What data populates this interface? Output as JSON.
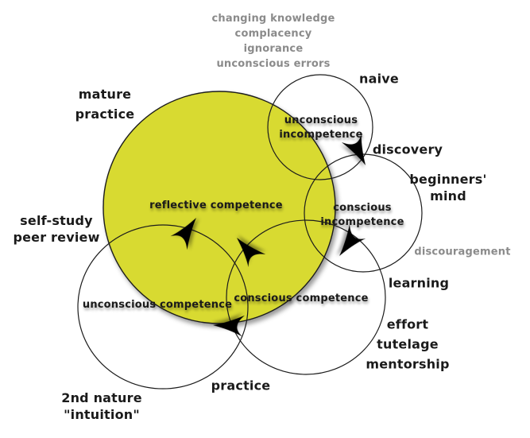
{
  "colors": {
    "highlight_fill": "#d8da31",
    "outline": "#1c1c1c",
    "muted_text": "#8b8b8b",
    "text": "#1a1a1a"
  },
  "cycle_notes": {
    "line1": "changing knowledge",
    "line2": "complacency",
    "line3": "ignorance",
    "line4": "unconscious errors"
  },
  "stages": {
    "unconscious_incompetence_line1": "unconscious",
    "unconscious_incompetence_line2": "incompetence",
    "conscious_incompetence_line1": "conscious",
    "conscious_incompetence_line2": "incompetence",
    "reflective_competence": "reflective competence",
    "unconscious_competence": "unconscious competence",
    "conscious_competence": "conscious competence"
  },
  "annotations": {
    "naive": "naive",
    "mature_line1": "mature",
    "mature_line2": "practice",
    "discovery": "discovery",
    "beginners_line1": "beginners'",
    "beginners_line2": "mind",
    "self_study_line1": "self-study",
    "self_study_line2": "peer review",
    "discouragement": "discouragement",
    "learning": "learning",
    "growth_line1": "effort",
    "growth_line2": "tutelage",
    "growth_line3": "mentorship",
    "practice": "practice",
    "second_nature_line1": "2nd nature",
    "second_nature_line2": "\"intuition\""
  }
}
